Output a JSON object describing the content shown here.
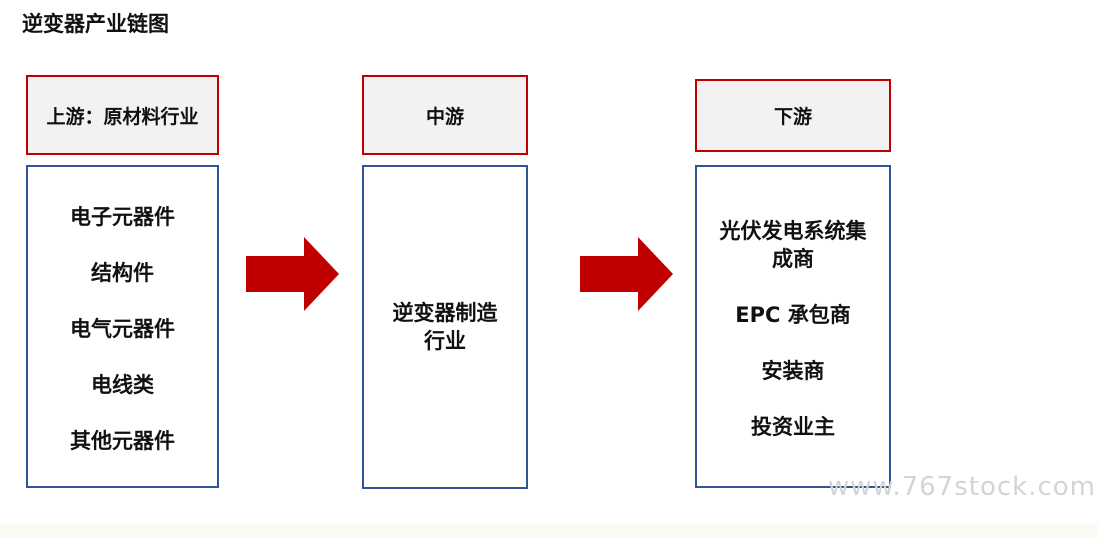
{
  "title": "逆变器产业链图",
  "upstream": {
    "header": "上游：原材料行业",
    "items": [
      "电子元器件",
      "结构件",
      "电气元器件",
      "电线类",
      "其他元器件"
    ]
  },
  "midstream": {
    "header": "中游",
    "items": [
      "逆变器制造",
      "行业"
    ]
  },
  "downstream": {
    "header": "下游",
    "items": [
      "光伏发电系统集",
      "成商",
      "EPC 承包商",
      "安装商",
      "投资业主"
    ]
  },
  "watermark": "www.767stock.com",
  "colors": {
    "header_border": "#c00000",
    "body_border": "#2f5597",
    "arrow": "#c00000",
    "header_fill": "#f2f2f2"
  }
}
